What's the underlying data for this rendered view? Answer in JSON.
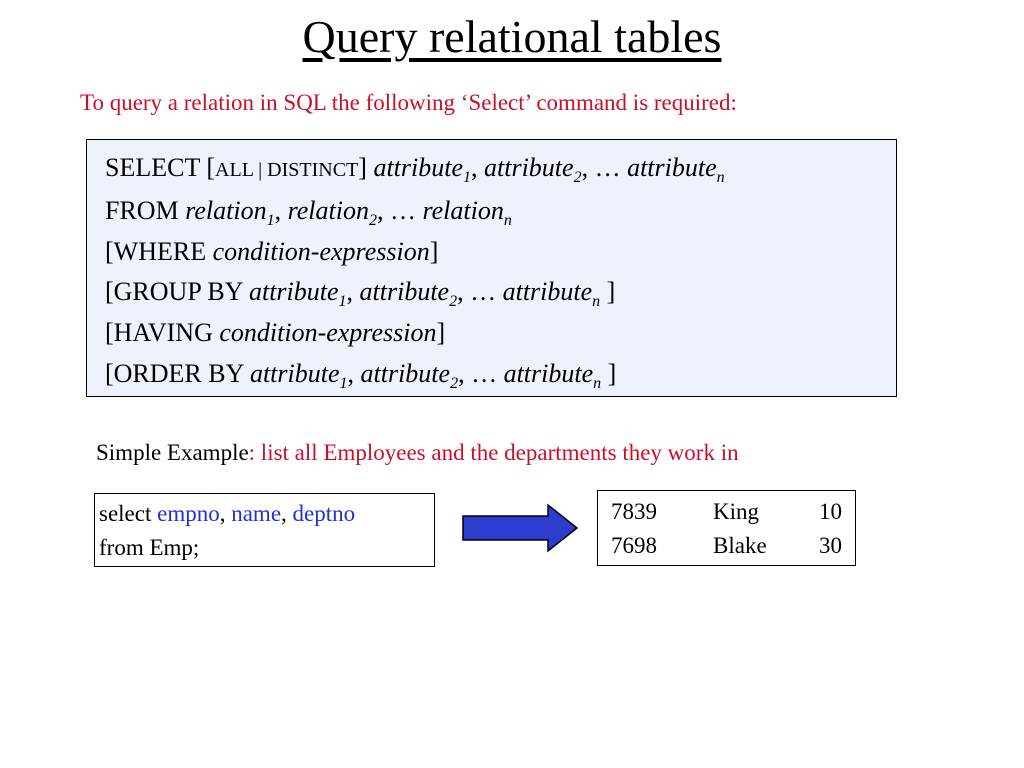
{
  "title": "Query relational tables",
  "intro": "To query a relation in SQL the following ‘Select’ command is required:",
  "syntax": {
    "select_kw": "SELECT [",
    "all_distinct": "ALL | DISTINCT",
    "select_close": "]",
    "attribute": "attribute",
    "relation": "relation",
    "sub1": "1",
    "sub2": "2",
    "subn": "n",
    "ellipsis": ", … ",
    "comma": ", ",
    "from_kw": "FROM ",
    "where_kw": "[WHERE ",
    "condition": "condition-expression",
    "close": "]",
    "group_kw": "[GROUP BY ",
    "having_kw": "[HAVING ",
    "order_kw": "[ORDER BY ",
    "space_close": " ]"
  },
  "example": {
    "label": "Simple Example",
    "rest": ": list all Employees and the departments they work in"
  },
  "query": {
    "select_kw": "select ",
    "col1": "empno",
    "col2": "name",
    "col3": "deptno",
    "sep": ", ",
    "from_line": "from Emp;"
  },
  "result": {
    "rows": [
      [
        "7839",
        "King",
        "10"
      ],
      [
        "7698",
        "Blake",
        "30"
      ]
    ]
  },
  "colors": {
    "accent_red": "#c8102e",
    "column_blue": "#1f2fe0",
    "arrow_fill": "#2e3dcf",
    "box_background": "#eef3fb"
  },
  "icons": {
    "arrow": "right-arrow-icon"
  }
}
